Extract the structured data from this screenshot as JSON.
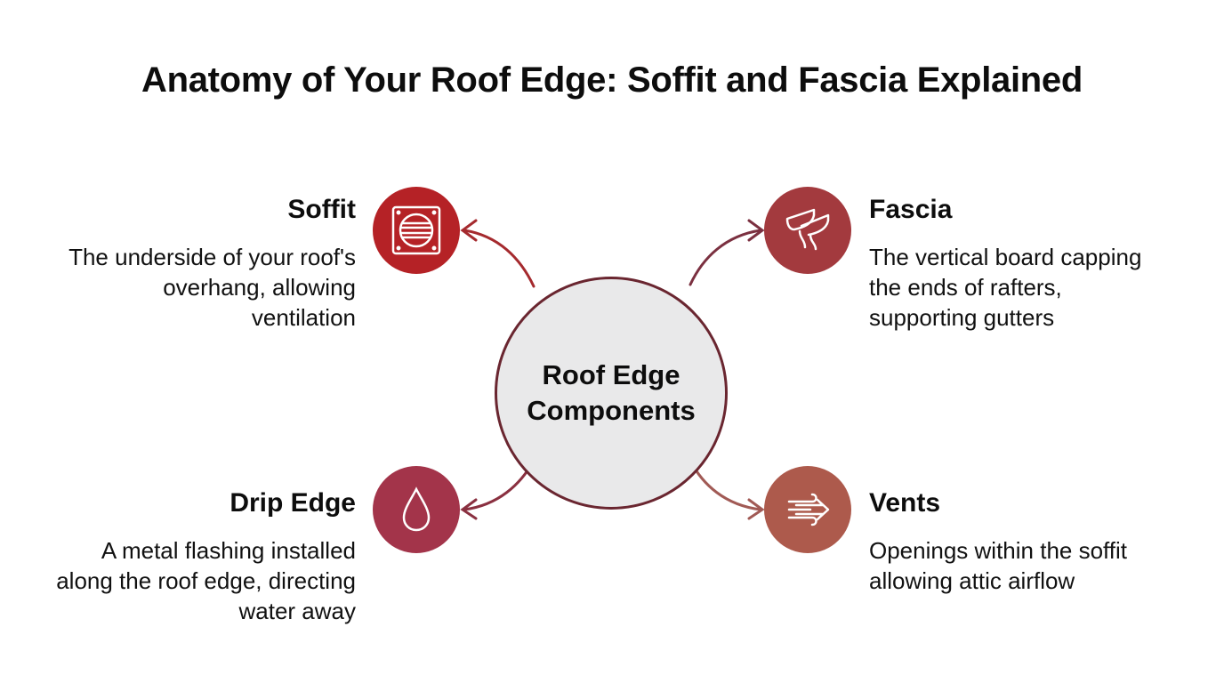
{
  "title": "Anatomy of Your Roof Edge: Soffit and Fascia Explained",
  "hub": {
    "label": "Roof Edge Components",
    "fill_color": "#e9e9ea",
    "border_color": "#6a2630"
  },
  "components": [
    {
      "id": "soffit",
      "title": "Soffit",
      "description": "The underside of your roof's overhang, allowing ventilation",
      "icon": "vent-grille-icon",
      "color": "#b52226",
      "position": "top-left"
    },
    {
      "id": "fascia",
      "title": "Fascia",
      "description": "The vertical board capping the ends of rafters, supporting gutters",
      "icon": "gutter-icon",
      "color": "#a33a3e",
      "position": "top-right"
    },
    {
      "id": "drip-edge",
      "title": "Drip Edge",
      "description": "A metal flashing installed along the roof edge, directing water away",
      "icon": "water-drop-icon",
      "color": "#a3344a",
      "position": "bottom-left"
    },
    {
      "id": "vents",
      "title": "Vents",
      "description": "Openings within the soffit allowing attic airflow",
      "icon": "airflow-icon",
      "color": "#ad5a4c",
      "position": "bottom-right"
    }
  ]
}
